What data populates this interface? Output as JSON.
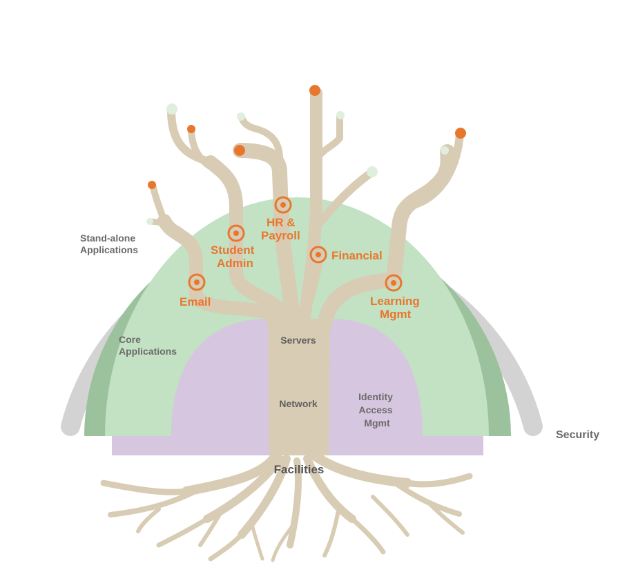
{
  "layers": {
    "security": "Security",
    "standalone": [
      "Stand-alone",
      "Applications"
    ],
    "core": [
      "Core",
      "Applications"
    ],
    "identity": [
      "Identity",
      "Access",
      "Mgmt"
    ],
    "servers": "Servers",
    "network": "Network",
    "facilities": "Facilities"
  },
  "apps": {
    "email": [
      "Email"
    ],
    "student": [
      "Student",
      "Admin"
    ],
    "hr": [
      "HR &",
      "Payroll"
    ],
    "financial": [
      "Financial"
    ],
    "learning": [
      "Learning",
      "Mgmt"
    ]
  },
  "colors": {
    "security_arc": "#d3d3d3",
    "standalone_bg": "#9bc29c",
    "core_bg": "#c3e1c3",
    "identity_bg": "#d6c6e0",
    "tree": "#d9ccb4",
    "accent": "#e8772e",
    "leaf_pale": "#dfeedd",
    "label_gray": "#6b6b6b"
  },
  "icons": {
    "app_marker": "target-icon",
    "branch_tip_orange": "orange-dot-icon",
    "branch_tip_pale": "pale-dot-icon"
  }
}
